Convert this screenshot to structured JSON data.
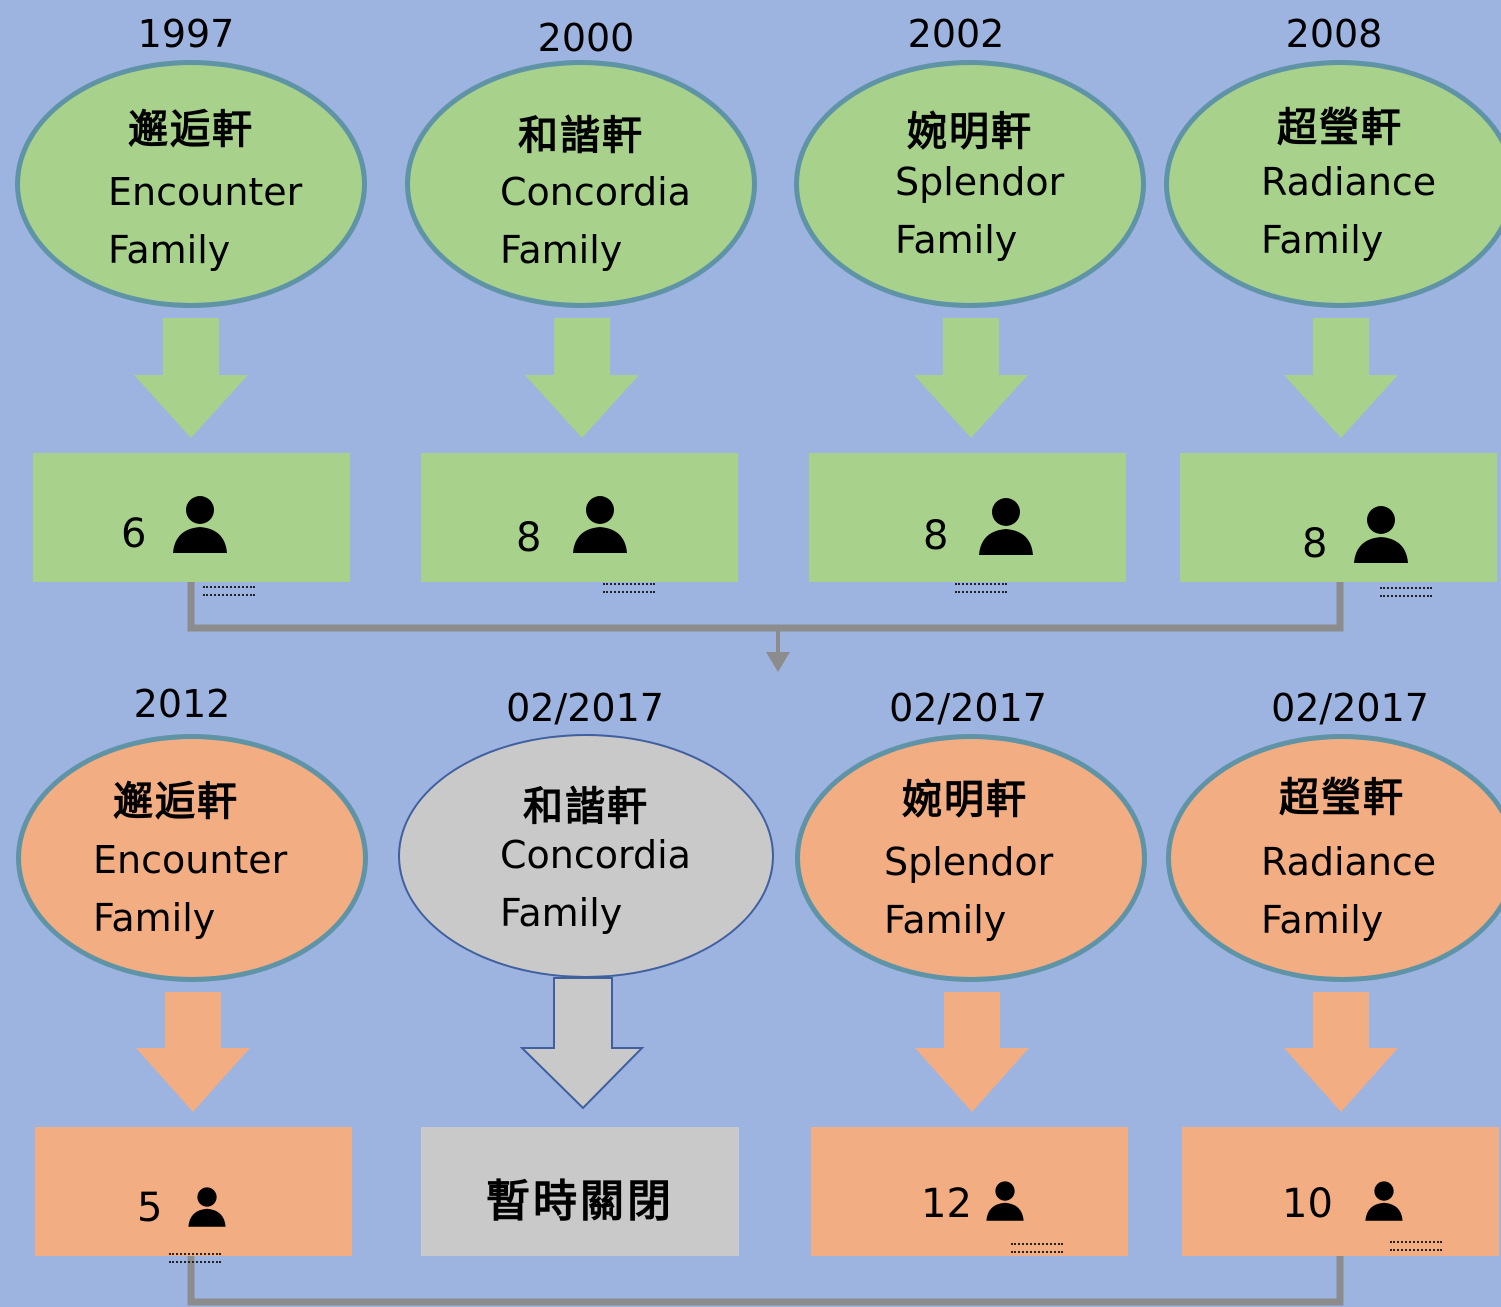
{
  "colors": {
    "background": "#9db3e0",
    "green": "#a8d18b",
    "orange": "#f2ad82",
    "grey": "#c9c9c9",
    "connector": "#8c8c8c"
  },
  "top_row": [
    {
      "year": "1997",
      "zh": "邂逅軒",
      "en1": "Encounter",
      "en2": "Family",
      "count": "6"
    },
    {
      "year": "2000",
      "zh": "和諧軒",
      "en1": "Concordia",
      "en2": "Family",
      "count": "8"
    },
    {
      "year": "2002",
      "zh": "婉明軒",
      "en1": "Splendor",
      "en2": "Family",
      "count": "8"
    },
    {
      "year": "2008",
      "zh": "超瑩軒",
      "en1": "Radiance",
      "en2": "Family",
      "count": "8"
    }
  ],
  "bottom_row": [
    {
      "year": "2012",
      "zh": "邂逅軒",
      "en1": "Encounter",
      "en2": "Family",
      "count": "5"
    },
    {
      "year": "02/2017",
      "zh": "和諧軒",
      "en1": "Concordia",
      "en2": "Family",
      "closed": "暫時關閉"
    },
    {
      "year": "02/2017",
      "zh": "婉明軒",
      "en1": "Splendor",
      "en2": "Family",
      "count": "12"
    },
    {
      "year": "02/2017",
      "zh": "超瑩軒",
      "en1": "Radiance",
      "en2": "Family",
      "count": "10"
    }
  ],
  "icons": {
    "member": "person-icon"
  }
}
